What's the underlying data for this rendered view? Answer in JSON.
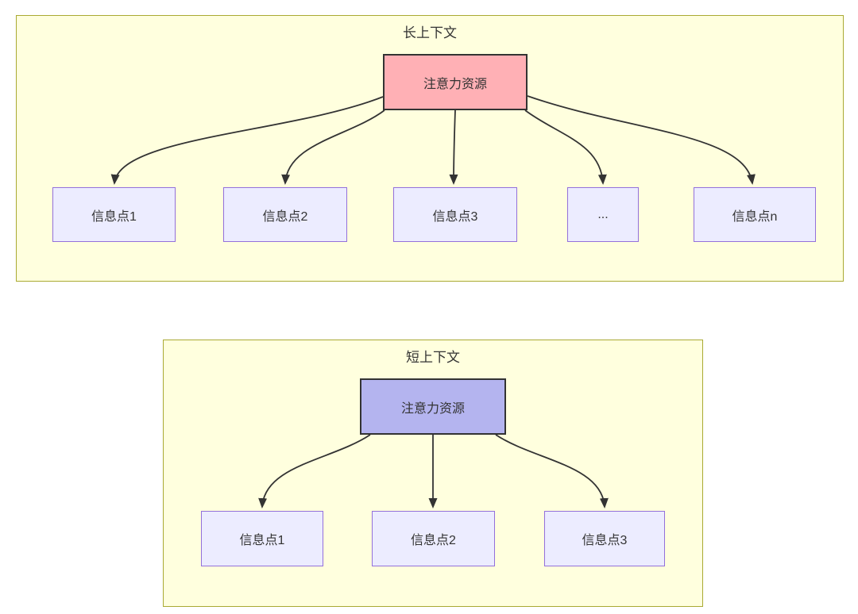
{
  "colors": {
    "cluster_fill": "#ffffde",
    "cluster_border": "#aaaa33",
    "long_root_fill": "#ffb0b5",
    "short_root_fill": "#b4b4ef",
    "node_fill": "#ececff",
    "node_border": "#9370db",
    "edge": "#333333",
    "text": "#333333"
  },
  "diagram": {
    "long_context": {
      "title": "长上下文",
      "root": {
        "label": "注意力资源"
      },
      "children": [
        {
          "label": "信息点1"
        },
        {
          "label": "信息点2"
        },
        {
          "label": "信息点3"
        },
        {
          "label": "..."
        },
        {
          "label": "信息点n"
        }
      ]
    },
    "short_context": {
      "title": "短上下文",
      "root": {
        "label": "注意力资源"
      },
      "children": [
        {
          "label": "信息点1"
        },
        {
          "label": "信息点2"
        },
        {
          "label": "信息点3"
        }
      ]
    }
  }
}
